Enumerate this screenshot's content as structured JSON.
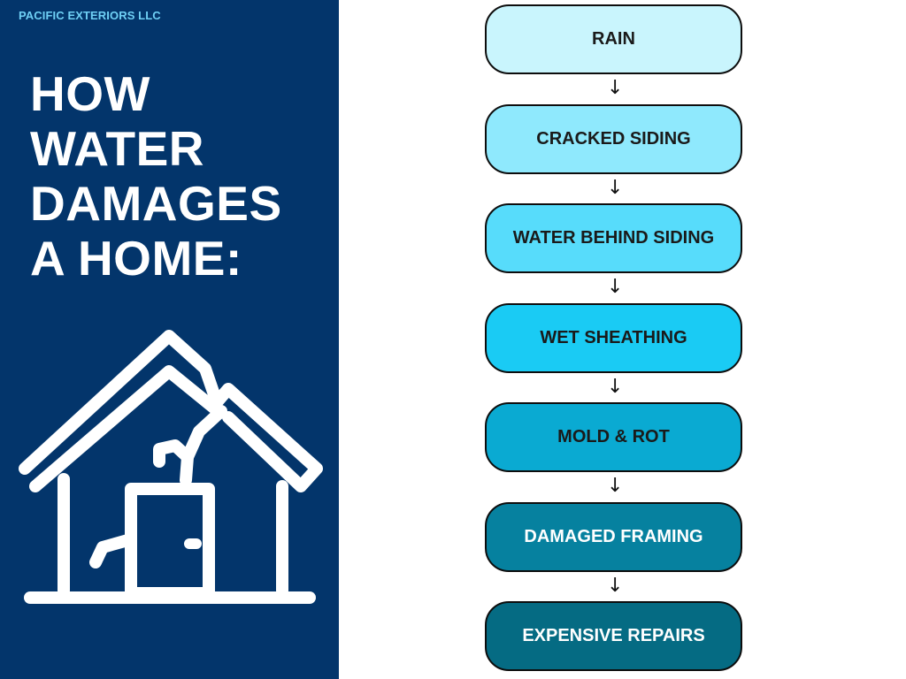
{
  "brand": "PACIFIC EXTERIORS LLC",
  "headline": [
    "HOW",
    "WATER",
    "DAMAGES",
    "A HOME:"
  ],
  "illustration_icon": "cracked-house-icon",
  "colors": {
    "panel": "#03356b",
    "brand": "#6fd0f5",
    "step_fills": [
      "#c9f5fd",
      "#8fe9fd",
      "#57dcfb",
      "#1acbf4",
      "#0aaad2",
      "#06819f",
      "#056b83"
    ]
  },
  "flow": {
    "steps": [
      "RAIN",
      "CRACKED SIDING",
      "WATER BEHIND SIDING",
      "WET SHEATHING",
      "MOLD & ROT",
      "DAMAGED FRAMING",
      "EXPENSIVE REPAIRS"
    ],
    "arrow": "↓"
  }
}
